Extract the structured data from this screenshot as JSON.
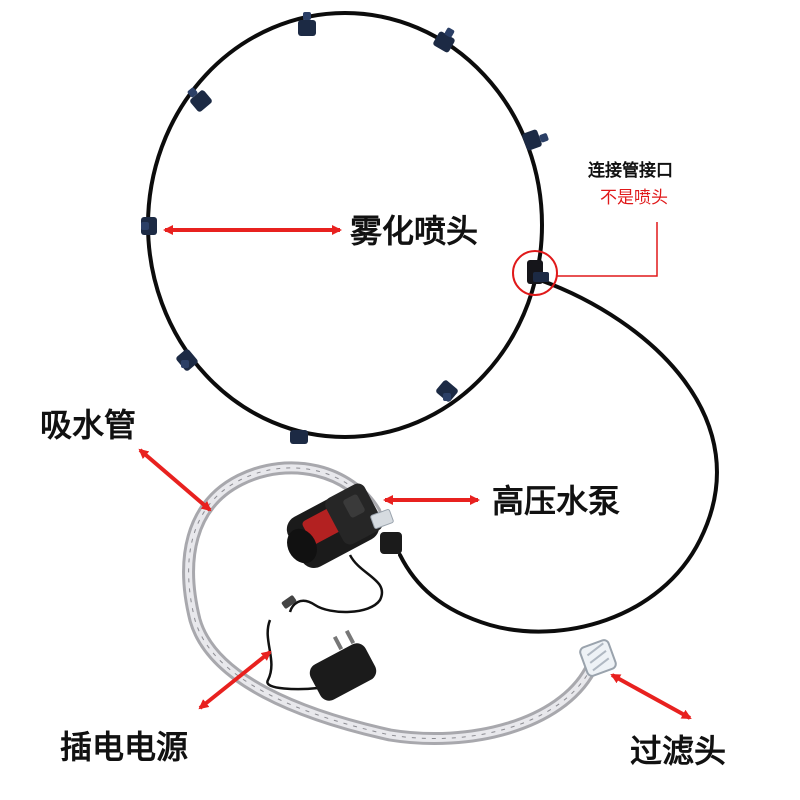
{
  "labels": {
    "mist_nozzle": "雾化喷头",
    "connector_line1": "连接管接口",
    "connector_line2": "不是喷头",
    "suction_pipe": "吸水管",
    "pump": "高压水泵",
    "power": "插电电源",
    "filter": "过滤头"
  },
  "colors": {
    "arrow": "#e8211f",
    "tube": "#0c0c0c",
    "nozzle": "#1c2a44",
    "clear_tube": "#b4b4b8",
    "pump_body": "#1b1b1b",
    "pump_accent": "#b32121",
    "highlight_circle": "#e0191a",
    "leader_line": "#e0191a"
  }
}
